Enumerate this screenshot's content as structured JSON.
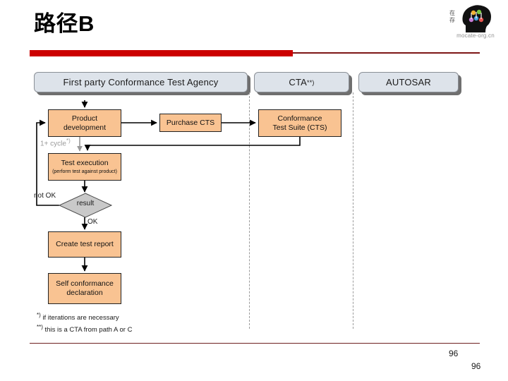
{
  "slide": {
    "title": "路径B",
    "page_number": "96",
    "page_number_repeat": "96",
    "accent_color": "#cc0000",
    "footer_rule_color": "#6e2020"
  },
  "logo": {
    "vertical_text": "在存",
    "url": "mocate-org.cn",
    "icon": "head-silhouette-with-idea-bubbles",
    "bubble_colors": [
      "#e8534f",
      "#f2b233",
      "#4aa3df",
      "#7ac943",
      "#c77bd6"
    ]
  },
  "diagram": {
    "lanes": [
      {
        "id": "first-party",
        "label": "First party Conformance Test Agency",
        "footnote_marker": ""
      },
      {
        "id": "cta",
        "label": "CTA ",
        "footnote_marker": "**)"
      },
      {
        "id": "autosar",
        "label": "AUTOSAR",
        "footnote_marker": ""
      }
    ],
    "lane_header_fill": "#dde3ea",
    "lane_header_border": "#8a8f96",
    "process_fill": "#f9c392",
    "process_border": "#222222",
    "decision_fill": "#c9c9c9",
    "nodes": {
      "product_development": {
        "line1": "Product",
        "line2": "development"
      },
      "purchase_cts": {
        "line1": "Purchase CTS",
        "line2": ""
      },
      "conformance_test_suite": {
        "line1": "Conformance",
        "line2": "Test Suite (CTS)"
      },
      "test_execution": {
        "line1": "Test execution",
        "line2": "(perform test against product)"
      },
      "result_decision": {
        "label": "result"
      },
      "create_test_report": {
        "line1": "Create test report",
        "line2": ""
      },
      "self_conformance_declaration": {
        "line1": "Self conformance",
        "line2": "declaration"
      }
    },
    "edge_labels": {
      "not_ok": "not OK",
      "ok": "OK",
      "one_plus_cycle": "1+ cycle",
      "one_plus_cycle_marker": "*)"
    },
    "footnotes": [
      {
        "marker": "*)",
        "text": " if iterations are necessary"
      },
      {
        "marker": "**)",
        "text": " this is a CTA from path A or C"
      }
    ]
  }
}
